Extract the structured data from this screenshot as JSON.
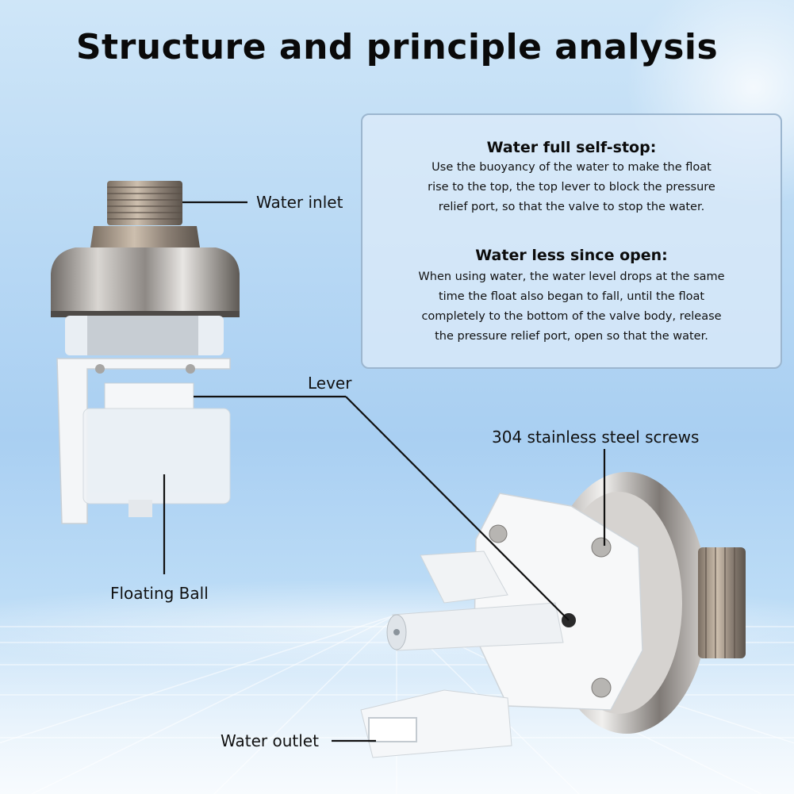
{
  "title": "Structure and principle analysis",
  "info_panel": {
    "section1": {
      "heading": "Water full self-stop:",
      "lines": [
        "Use the buoyancy of the water to make the float",
        "rise to the top, the top lever to block the pressure",
        "relief port, so that the valve to stop the water."
      ]
    },
    "section2": {
      "heading": "Water less since open:",
      "lines": [
        "When using water, the water level drops at the same",
        "time the float also began to fall, until the float",
        "completely to the bottom of the valve body, release",
        "the pressure relief port, open so that the water."
      ]
    }
  },
  "labels": {
    "water_inlet": "Water inlet",
    "lever": "Lever",
    "screws": "304 stainless steel screws",
    "floating_ball": "Floating Ball",
    "water_outlet": "Water outlet"
  },
  "colors": {
    "background_top": "#cfe6f8",
    "background_mid": "#a9cff2",
    "panel_border": "#9cb6cf",
    "leader_line": "#111111"
  }
}
